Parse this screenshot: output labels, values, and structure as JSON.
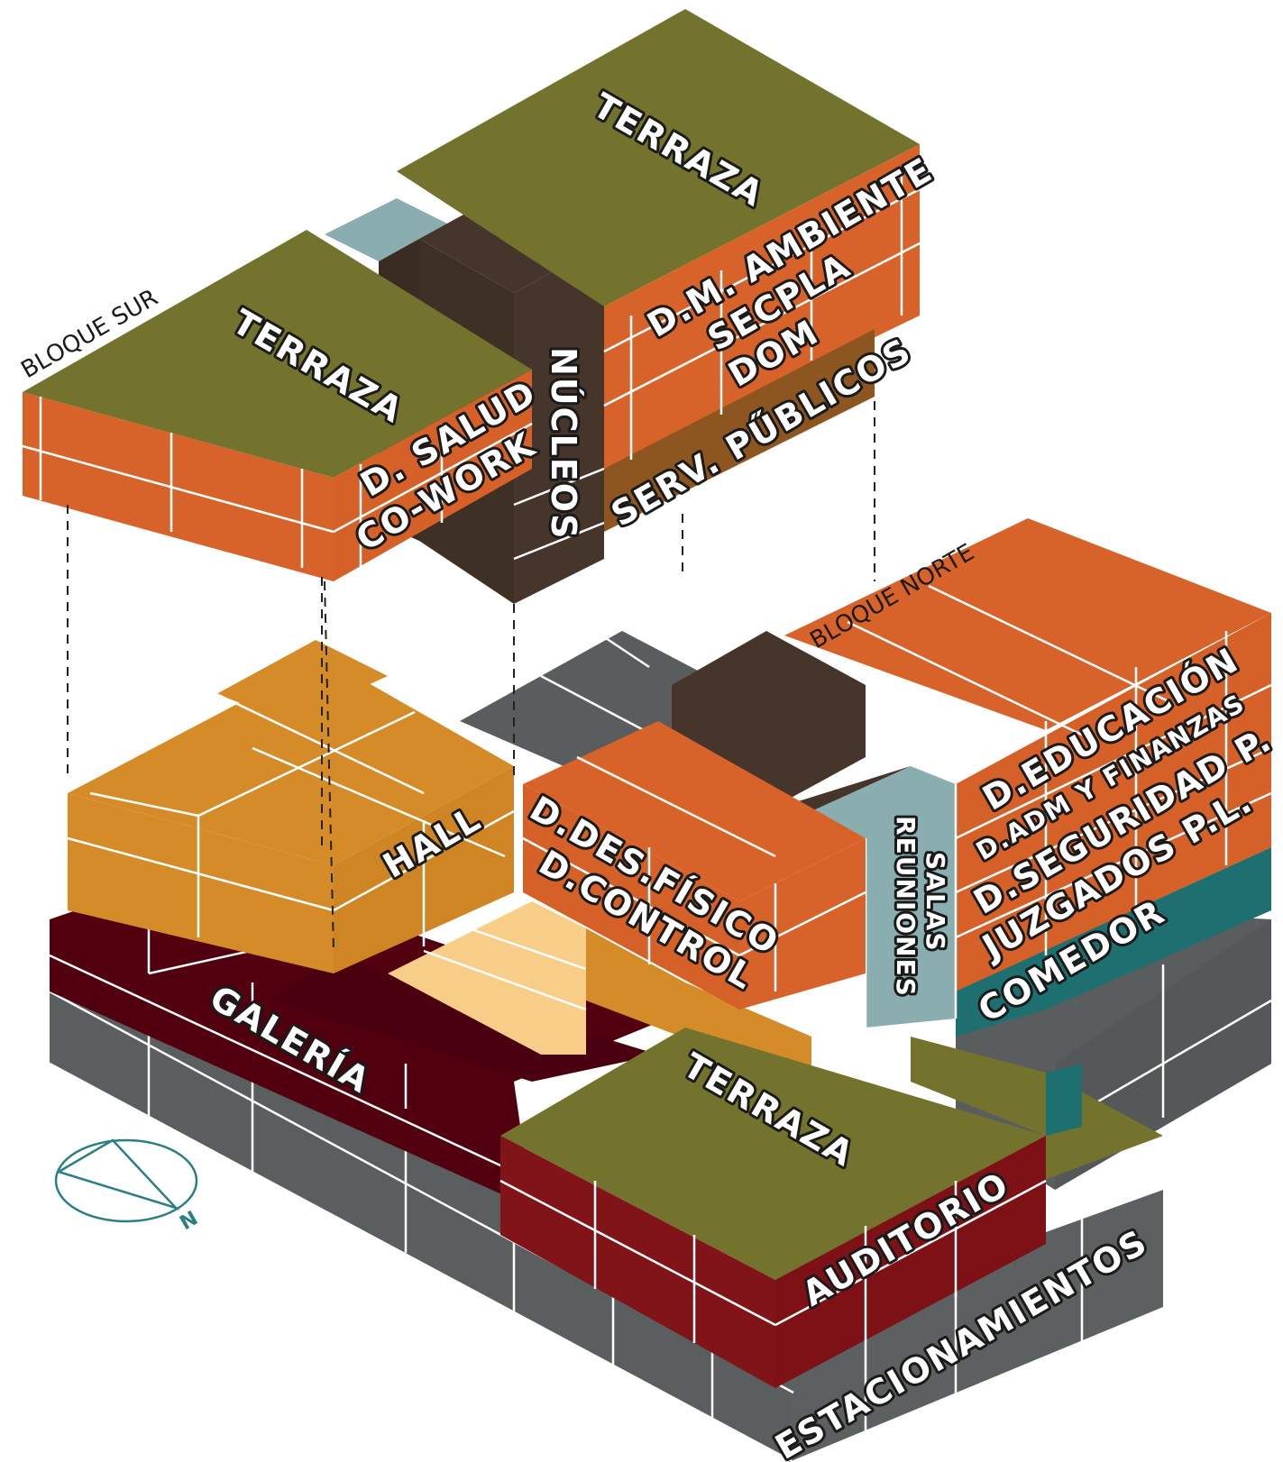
{
  "labels": {
    "terraza_top": "TERRAZA",
    "terraza_sur": "TERRAZA",
    "terraza_low": "TERRAZA",
    "bloque_sur": "BLOQUE SUR",
    "bloque_norte": "BLOQUE NORTE",
    "nucleos": "NÚCLEOS",
    "d_m_ambiente": "D.M. AMBIENTE",
    "secpla": "SECPLA",
    "dom": "DOM",
    "serv_publicos": "SERV. PŰBLICOS",
    "d_salud": "D. SALUD",
    "co_work": "CO-WORK",
    "hall": "HALL",
    "d_des_fisico": "D.DES.FÍSICO",
    "d_control": "D.CONTROL",
    "salas": "SALAS",
    "reuniones": "REUNIONES",
    "d_educacion": "D.EDUCACIÓN",
    "d_adm_finanzas": "D.ADM Y FINANZAS",
    "d_seguridad": "D.SEGURIDAD P.",
    "juzgados": "JUZGADOS P.L.",
    "comedor": "COMEDOR",
    "galeria": "GALERÍA",
    "auditorio": "AUDITORIO",
    "estacionamientos": "ESTACIONAMIENTOS",
    "north": "N"
  },
  "colors": {
    "terrace_olive": "#73732e",
    "office_orange": "#d8632a",
    "hall_ochre": "#d58b28",
    "hall_pale": "#f7cd88",
    "core_brown": "#46352a",
    "services_brown": "#8d5620",
    "meeting_teal_gray": "#8aaeb0",
    "comedor_teal": "#1e6f70",
    "gallery_maroon": "#520010",
    "auditorium_red": "#811419",
    "parking_gray": "#595d5e",
    "compass_teal": "#2a7f82"
  }
}
